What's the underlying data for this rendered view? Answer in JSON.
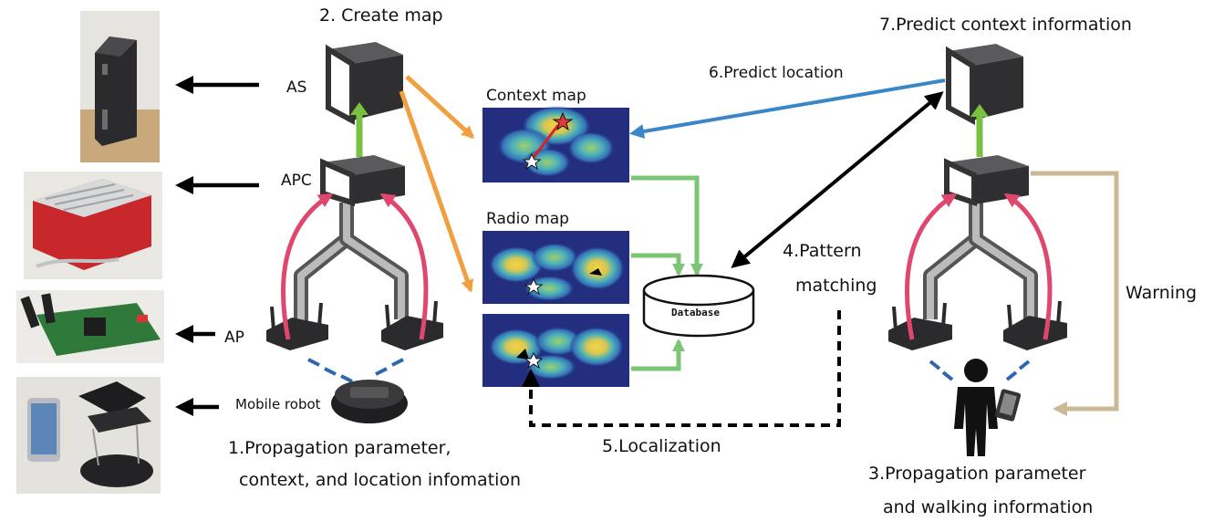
{
  "labels": {
    "create_map": "2. Create map",
    "as": "AS",
    "apc": "APC",
    "ap": "AP",
    "mobile_robot": "Mobile robot",
    "step1_line1": "1.Propagation parameter,",
    "step1_line2": "context, and location infomation",
    "context_map": "Context map",
    "radio_map": "Radio map",
    "database": "Database",
    "predict_location": "6.Predict location",
    "pattern_line1": "4.Pattern",
    "pattern_line2": "matching",
    "localization": "5.Localization",
    "predict_context": "7.Predict context information",
    "warning": "Warning",
    "step3_line1": "3.Propagation parameter",
    "step3_line2": "and walking information"
  },
  "colors": {
    "flow_orange": "#f0a040",
    "flow_green": "#7cc576",
    "flow_blue": "#3a86c8",
    "flow_pink": "#e0476e",
    "flow_tan": "#cbb896",
    "up_green": "#7ac143",
    "map_bg": "#232f7e",
    "hot": "#f5d040"
  }
}
